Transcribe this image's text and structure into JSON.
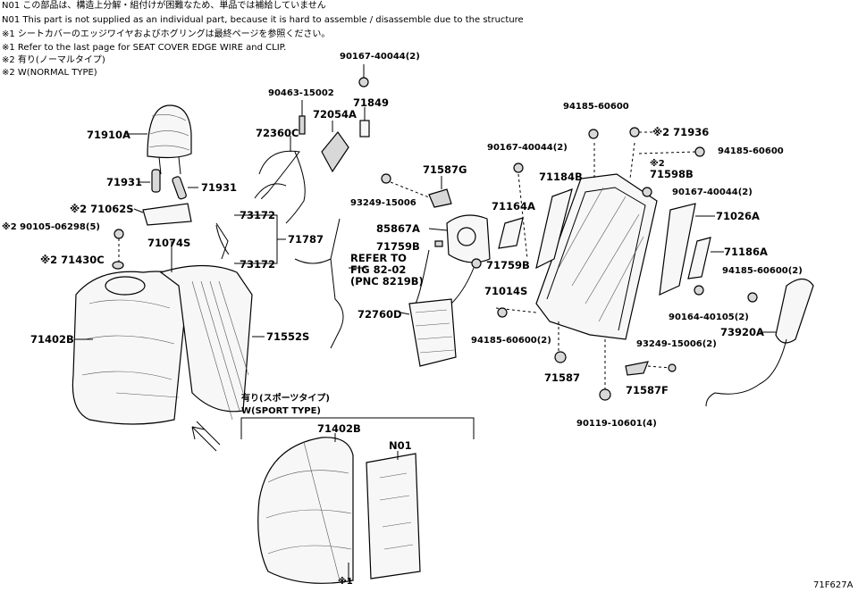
{
  "notes": [
    "N01 この部品は、構造上分解・組付けが困難なため、単品では補給していません",
    "N01 This part is not supplied as an individual part, because it is hard to assemble / disassemble due to the structure",
    "※1 シートカバーのエッジワイヤおよびホグリングは最終ページを参照ください。",
    "※1 Refer to the last page for SEAT COVER EDGE WIRE and CLIP.",
    "※2 有り(ノーマルタイプ)",
    "※2 W(NORMAL TYPE)"
  ],
  "parts": {
    "p71910A": "71910A",
    "p71931_l": "71931",
    "p71931_r": "71931",
    "p71062S": "※2 71062S",
    "p90105": "※2 90105-06298(5)",
    "p71074S": "71074S",
    "p71430C": "※2 71430C",
    "p71402B": "71402B",
    "p71552S": "71552S",
    "p90463": "90463-15002",
    "p90167_top": "90167-40044(2)",
    "p72054A": "72054A",
    "p71849": "71849",
    "p72360C": "72360C",
    "p73172_a": "73172",
    "p73172_b": "73172",
    "p71787": "71787",
    "p93249_a": "93249-15006",
    "p71587G": "71587G",
    "p85867A": "85867A",
    "p71759B_a": "71759B",
    "p71759B_b": "71759B",
    "p72760D": "72760D",
    "p94185_top": "94185-60600",
    "p90167_mid": "90167-40044(2)",
    "p71184B": "71184B",
    "p71164A": "71164A",
    "p71014S": "71014S",
    "p94185_2a": "94185-60600(2)",
    "p71587": "71587",
    "p71936": "※2 71936",
    "p94185_r": "94185-60600",
    "p71598B": "71598B",
    "p71598B_mark": "※2",
    "p90167_r": "90167-40044(2)",
    "p71026A": "71026A",
    "p71186A": "71186A",
    "p94185_2b": "94185-60600(2)",
    "p90164": "90164-40105(2)",
    "p73920A": "73920A",
    "p93249_b": "93249-15006(2)",
    "p71587F": "71587F",
    "p90119": "90119-10601(4)",
    "sport_402B": "71402B",
    "sport_N01": "N01",
    "sport_mark": "※1"
  },
  "refer": [
    "REFER TO",
    "FIG 82-02",
    "(PNC 8219B)"
  ],
  "sport_box": {
    "title_jp": "有り(スポーツタイプ)",
    "title_en": "W(SPORT TYPE)"
  },
  "figure_code": "71F627A"
}
